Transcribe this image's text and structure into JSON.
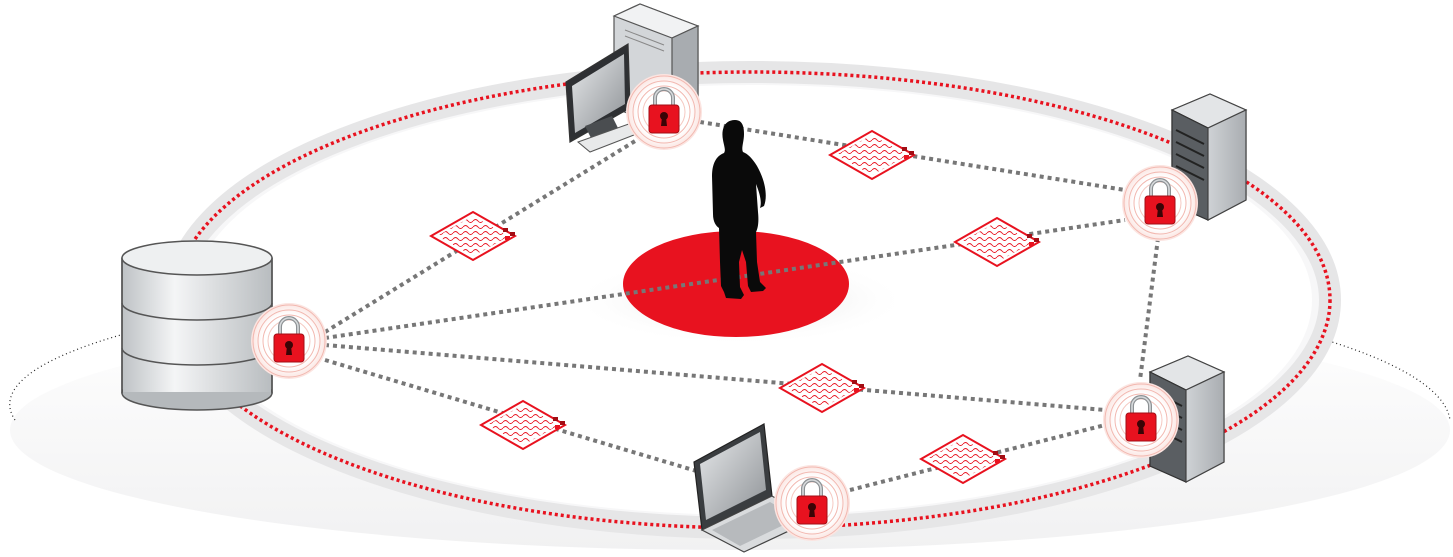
{
  "colors": {
    "accent_red": "#e8121f",
    "dark_red": "#a30d14",
    "lock_ring": "#f2b8b0",
    "connector": "#777777",
    "device_light": "#eceeef",
    "device_mid": "#c9cccf",
    "device_dark": "#4a4d50",
    "silhouette": "#0a0a0a",
    "orbit_shadow": "#e9e9ea"
  },
  "nodes": [
    {
      "id": "database",
      "icon": "database-icon",
      "locked": true
    },
    {
      "id": "desktop",
      "icon": "desktop-computer-icon",
      "locked": true
    },
    {
      "id": "server-top-right",
      "icon": "server-tower-icon",
      "locked": true
    },
    {
      "id": "server-bottom-right",
      "icon": "server-tower-icon",
      "locked": true
    },
    {
      "id": "laptop",
      "icon": "laptop-icon",
      "locked": true
    }
  ],
  "center": {
    "icon": "person-silhouette-icon",
    "platform": "red-disc"
  },
  "connections": [
    {
      "from": "database",
      "to": "desktop",
      "packet": true
    },
    {
      "from": "database",
      "to": "server-top-right",
      "packet": false
    },
    {
      "from": "database",
      "to": "server-bottom-right",
      "packet": true
    },
    {
      "from": "database",
      "to": "laptop",
      "packet": true
    },
    {
      "from": "desktop",
      "to": "server-top-right",
      "packet": true
    },
    {
      "from": "database",
      "to": "server-top-right",
      "packet": true,
      "packet_only": true
    },
    {
      "from": "laptop",
      "to": "server-bottom-right",
      "packet": true
    },
    {
      "from": "server-top-right",
      "to": "server-bottom-right",
      "packet": false
    }
  ]
}
